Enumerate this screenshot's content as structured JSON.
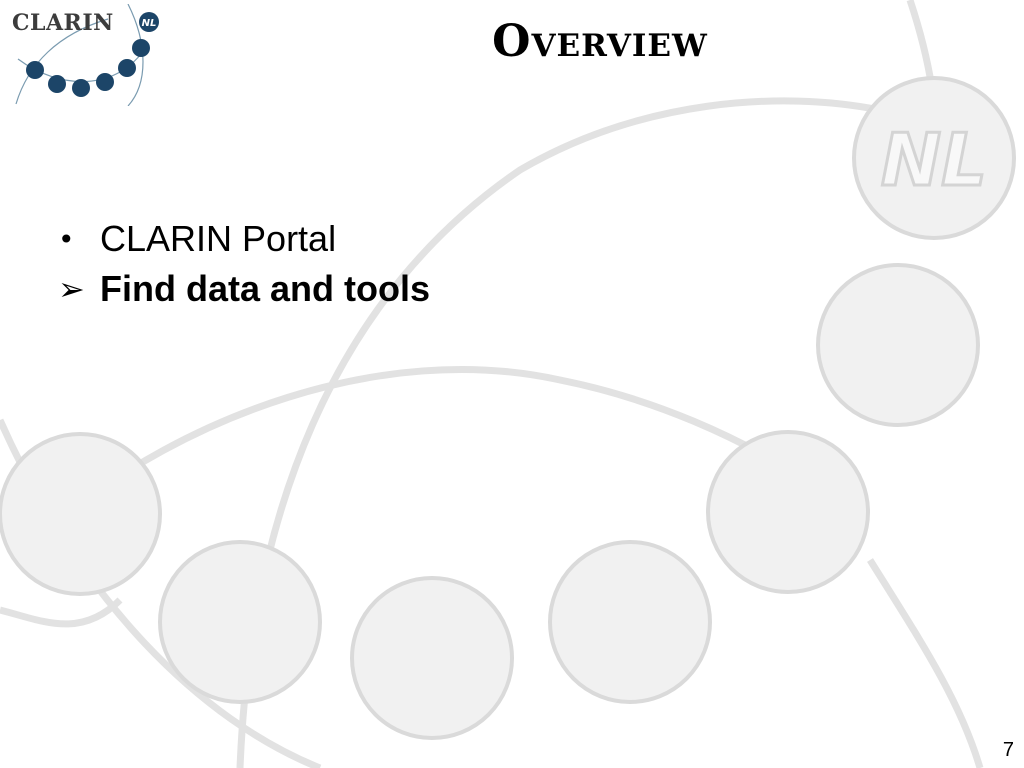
{
  "logo": {
    "text": "CLARIN",
    "badge": "NL"
  },
  "slide": {
    "title": "Overview",
    "number": "7"
  },
  "content": {
    "bullets": [
      {
        "marker": "•",
        "text": "CLARIN Portal"
      },
      {
        "marker": "➢",
        "text": "Find data and tools"
      }
    ]
  },
  "background": {
    "watermark_text": "NL",
    "circle_color": "#efefef",
    "stroke_color": "#dcdcdc"
  }
}
